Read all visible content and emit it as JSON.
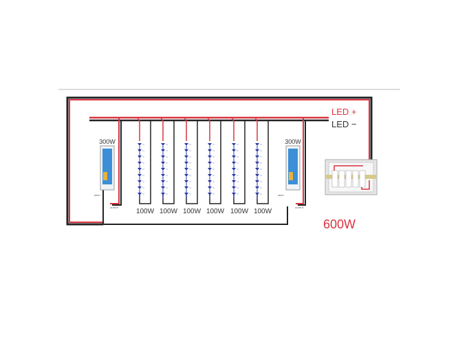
{
  "diagram": {
    "bus_labels": {
      "positive": "LED +",
      "negative": "LED −"
    },
    "total_power": "600W",
    "power_supplies": [
      {
        "rating": "300W",
        "input_label": "INPUT",
        "output_label": "OUTPUT"
      },
      {
        "rating": "300W",
        "input_label": "INPUT",
        "output_label": "OUTPUT"
      }
    ],
    "strips": [
      {
        "power": "100W"
      },
      {
        "power": "100W"
      },
      {
        "power": "100W"
      },
      {
        "power": "100W"
      },
      {
        "power": "100W"
      },
      {
        "power": "100W"
      }
    ],
    "colors": {
      "positive": "#d9333f",
      "negative": "#222222",
      "led": "#2b3aa8",
      "psu": "#3c8fd6",
      "panel": "#e6e6e6"
    }
  }
}
